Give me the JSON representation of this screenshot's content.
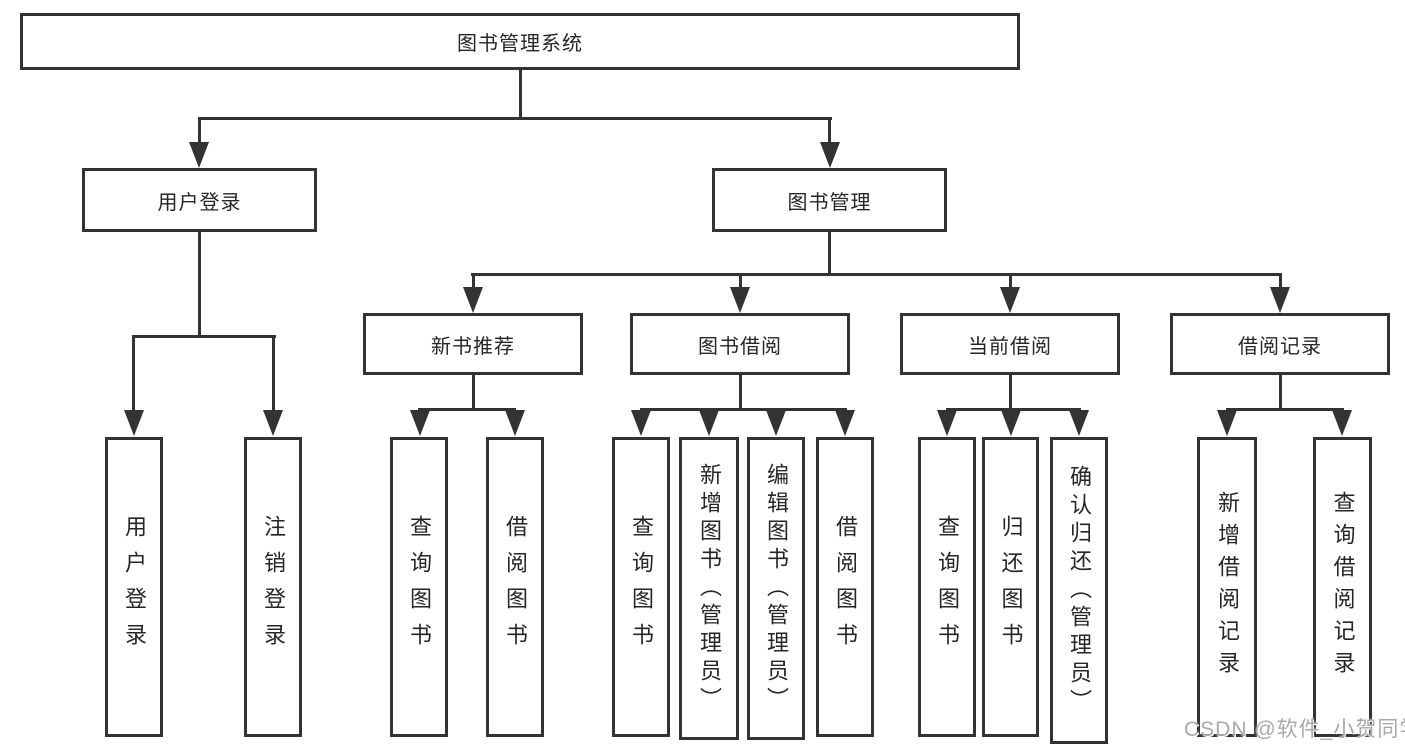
{
  "colors": {
    "line": "#333333",
    "text": "#262626",
    "background": "#ffffff",
    "watermark": "#a9a9a9"
  },
  "tree": {
    "root": {
      "label": "图书管理系统"
    },
    "branches": [
      {
        "label": "用户登录",
        "children": [
          {
            "label": "用户登录"
          },
          {
            "label": "注销登录"
          }
        ]
      },
      {
        "label": "图书管理",
        "children": [
          {
            "label": "新书推荐",
            "children": [
              {
                "label": "查询图书"
              },
              {
                "label": "借阅图书"
              }
            ]
          },
          {
            "label": "图书借阅",
            "children": [
              {
                "label": "查询图书"
              },
              {
                "label": "新增图书（管理员）"
              },
              {
                "label": "编辑图书（管理员）"
              },
              {
                "label": "借阅图书"
              }
            ]
          },
          {
            "label": "当前借阅",
            "children": [
              {
                "label": "查询图书"
              },
              {
                "label": "归还图书"
              },
              {
                "label": "确认归还（管理员）"
              }
            ]
          },
          {
            "label": "借阅记录",
            "children": [
              {
                "label": "新增借阅记录"
              },
              {
                "label": "查询借阅记录"
              }
            ]
          }
        ]
      }
    ]
  },
  "watermark": {
    "text": "CSDN @软件_小贺同学"
  }
}
